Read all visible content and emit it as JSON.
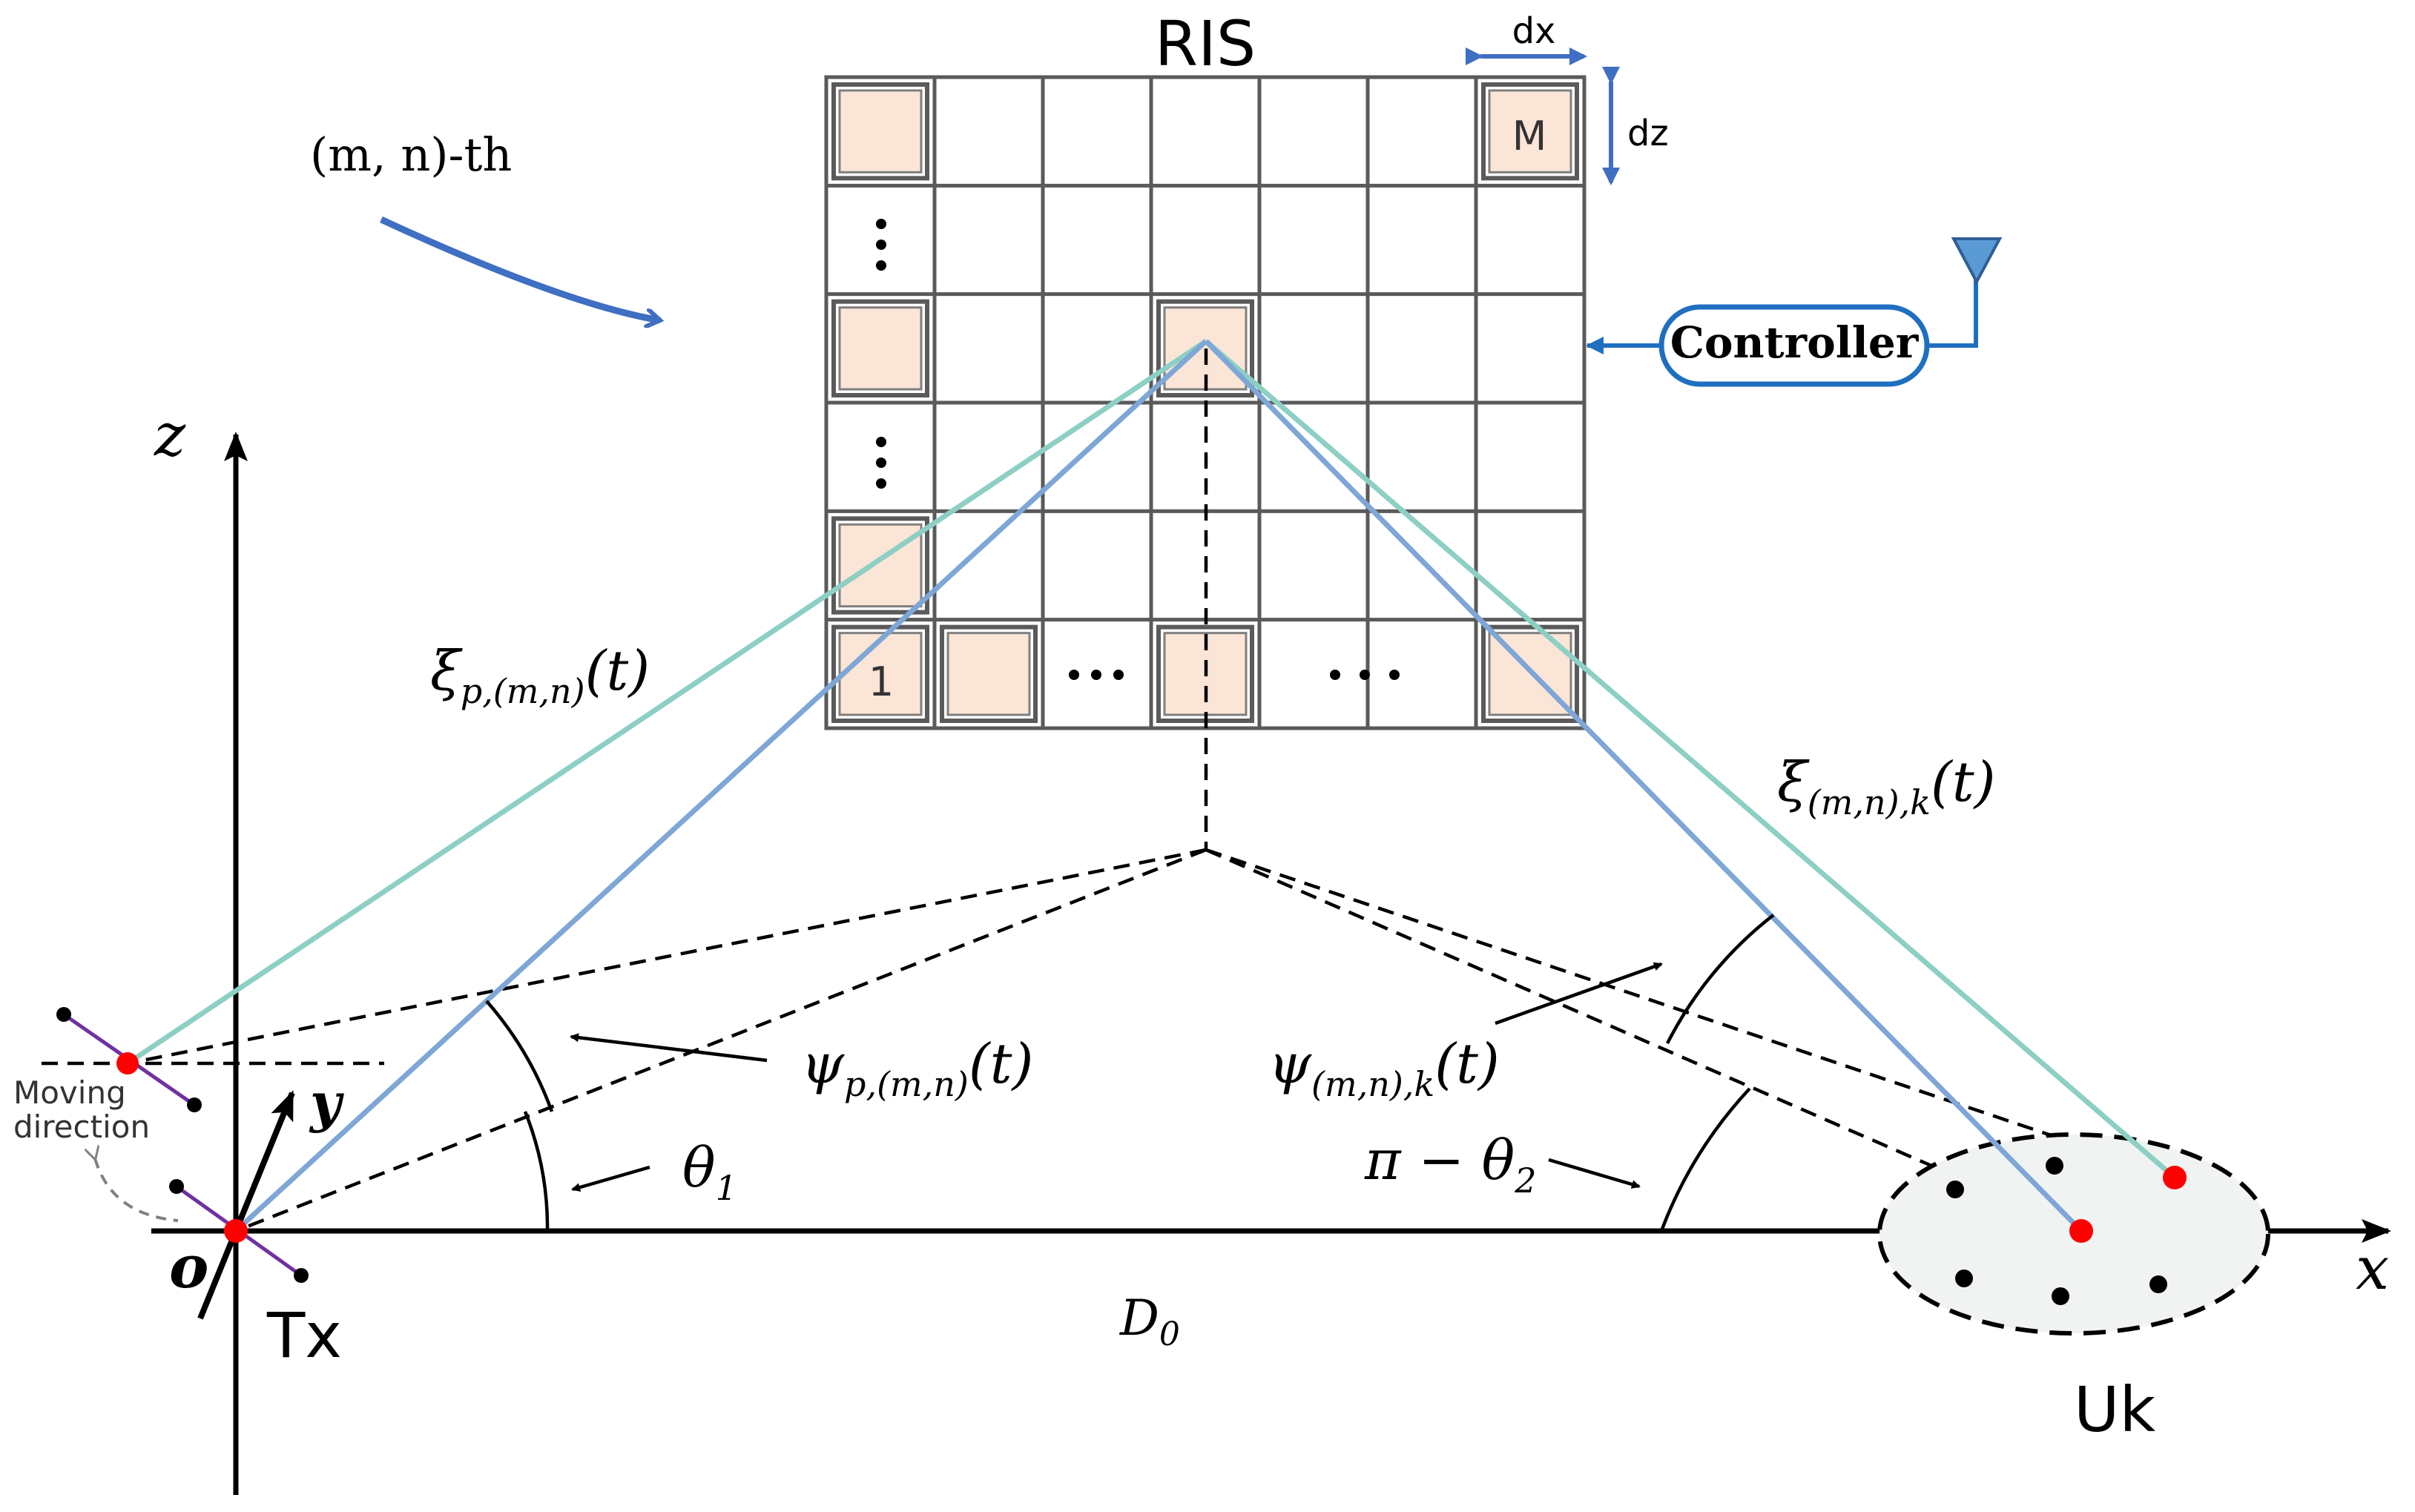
{
  "ris": {
    "title": "RIS",
    "first_label": "1",
    "last_label": "M",
    "dx_label": "dx",
    "dz_label": "dz",
    "vdots": "⋮",
    "hdots": "…"
  },
  "element_label": "(m, n)-th",
  "controller_label": "Controller",
  "axes": {
    "x": "x",
    "y": "y",
    "z": "z",
    "origin": "o"
  },
  "labels": {
    "tx": "Tx",
    "uk": "Uk",
    "d0_base": "D",
    "d0_sub": "0",
    "moving_direction_line1": "Moving",
    "moving_direction_line2": "direction",
    "xi_p": {
      "base": "ξ",
      "sub": "p,(m,n)",
      "arg": "(t)"
    },
    "xi_k": {
      "base": "ξ",
      "sub": "(m,n),k",
      "arg": "(t)"
    },
    "psi_p": {
      "base": "ψ",
      "sub": "p,(m,n)",
      "arg": "(t)"
    },
    "psi_k": {
      "base": "ψ",
      "sub": "(m,n),k",
      "arg": "(t)"
    },
    "theta1": {
      "base": "θ",
      "sub": "1"
    },
    "pi_theta2": {
      "base": "π − θ",
      "sub": "2"
    }
  },
  "colors": {
    "teal_ray": "#8dcfc4",
    "blue_ray": "#7ea6d6",
    "accent_blue": "#3f6fc2",
    "controller_blue": "#1f6fc1",
    "antenna_blue": "#5b9bd5",
    "cell_fill": "#fbe5d6",
    "grid_line": "#5a5a5a",
    "red_point": "#ff0000",
    "purple_line": "#7030a0",
    "cluster_fill": "#f1f3f3"
  }
}
